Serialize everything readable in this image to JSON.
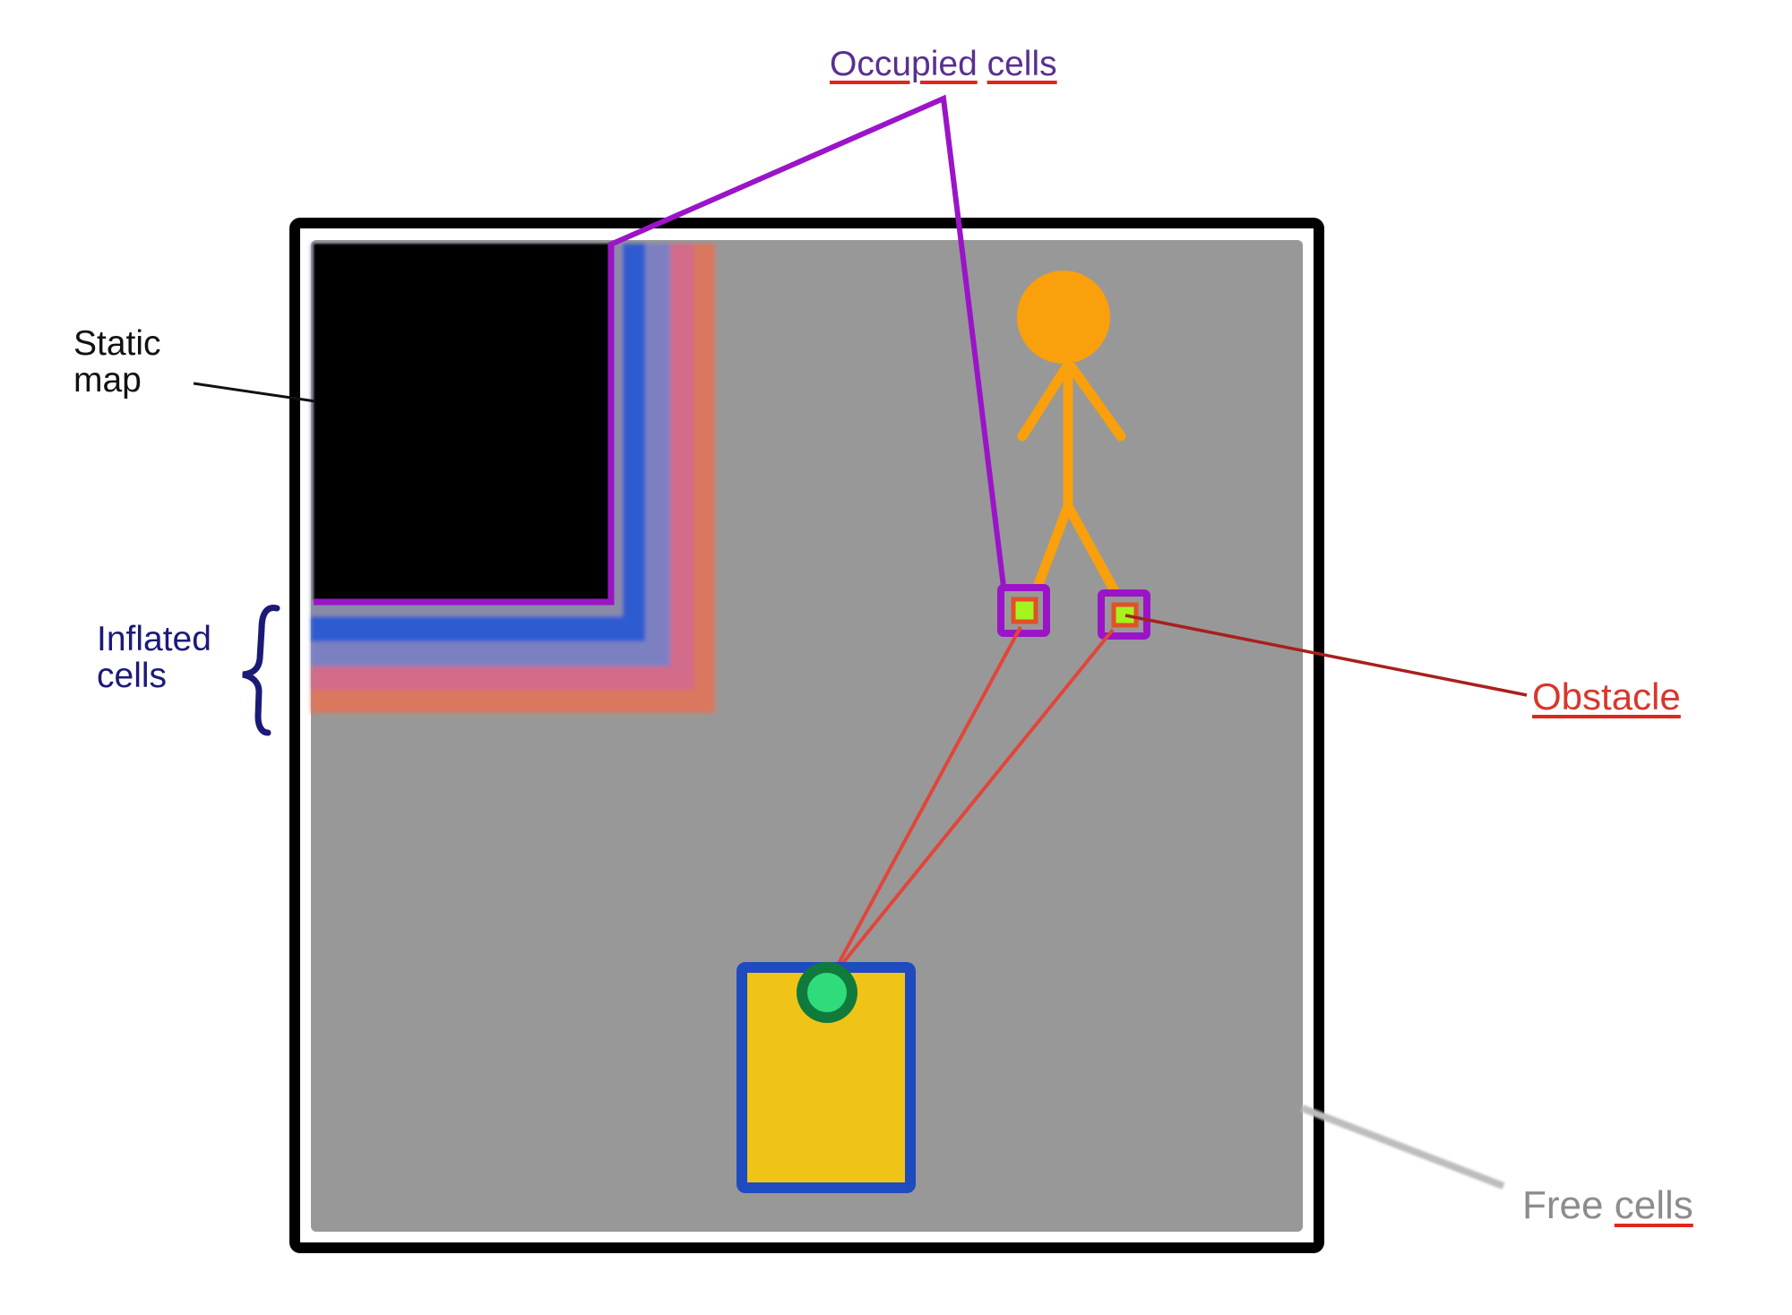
{
  "diagram": {
    "title": "Costmap layers: static map, inflated cells, occupied cells, obstacle, free cells",
    "labels": {
      "static_map": {
        "line1": "Static",
        "line2": "map"
      },
      "inflated_cells": {
        "line1": "Inflated",
        "line2": "cells"
      },
      "occupied_cells": {
        "word1": "Occupied",
        "word2": "cells"
      },
      "obstacle": "Obstacle",
      "free_cells": {
        "word1": "Free",
        "word2": "cells"
      }
    },
    "elements": {
      "map_frame": "black outer border",
      "free_space": "gray area",
      "static_obstacle": "black block (top-left)",
      "inflation_bands": [
        "blue",
        "lavender",
        "pink",
        "orange"
      ],
      "person": "orange stick figure",
      "occupied_cells_markers": 2,
      "robot": "yellow rectangle with blue border",
      "sensor": "green circle on robot",
      "laser_rays": 2
    },
    "colors": {
      "frame": "#000000",
      "free": "#989898",
      "static": "#000000",
      "occupied_outline": "#9b14c8",
      "inflation_blue": "#2f5cd0",
      "inflation_lavender": "#7c80c2",
      "inflation_pink": "#d26a8c",
      "inflation_orange": "#e0735a",
      "person": "#f9a00c",
      "obstacle_fill": "#a4f41e",
      "obstacle_border": "#e2502a",
      "robot_fill": "#f0c417",
      "robot_border": "#1e4bbf",
      "sensor_outer": "#0f7a3c",
      "sensor_inner": "#2fdc7c",
      "laser": "#e0463a",
      "obstacle_leader": "#a8201c",
      "free_leader": "#bdbdbd",
      "label_static": "#111111",
      "label_inflated": "#1c1a78",
      "label_occupied": "#5a2f8f",
      "label_obstacle": "#d8372c",
      "label_free": "#8c8c8c",
      "underline": "#e0261e"
    }
  }
}
